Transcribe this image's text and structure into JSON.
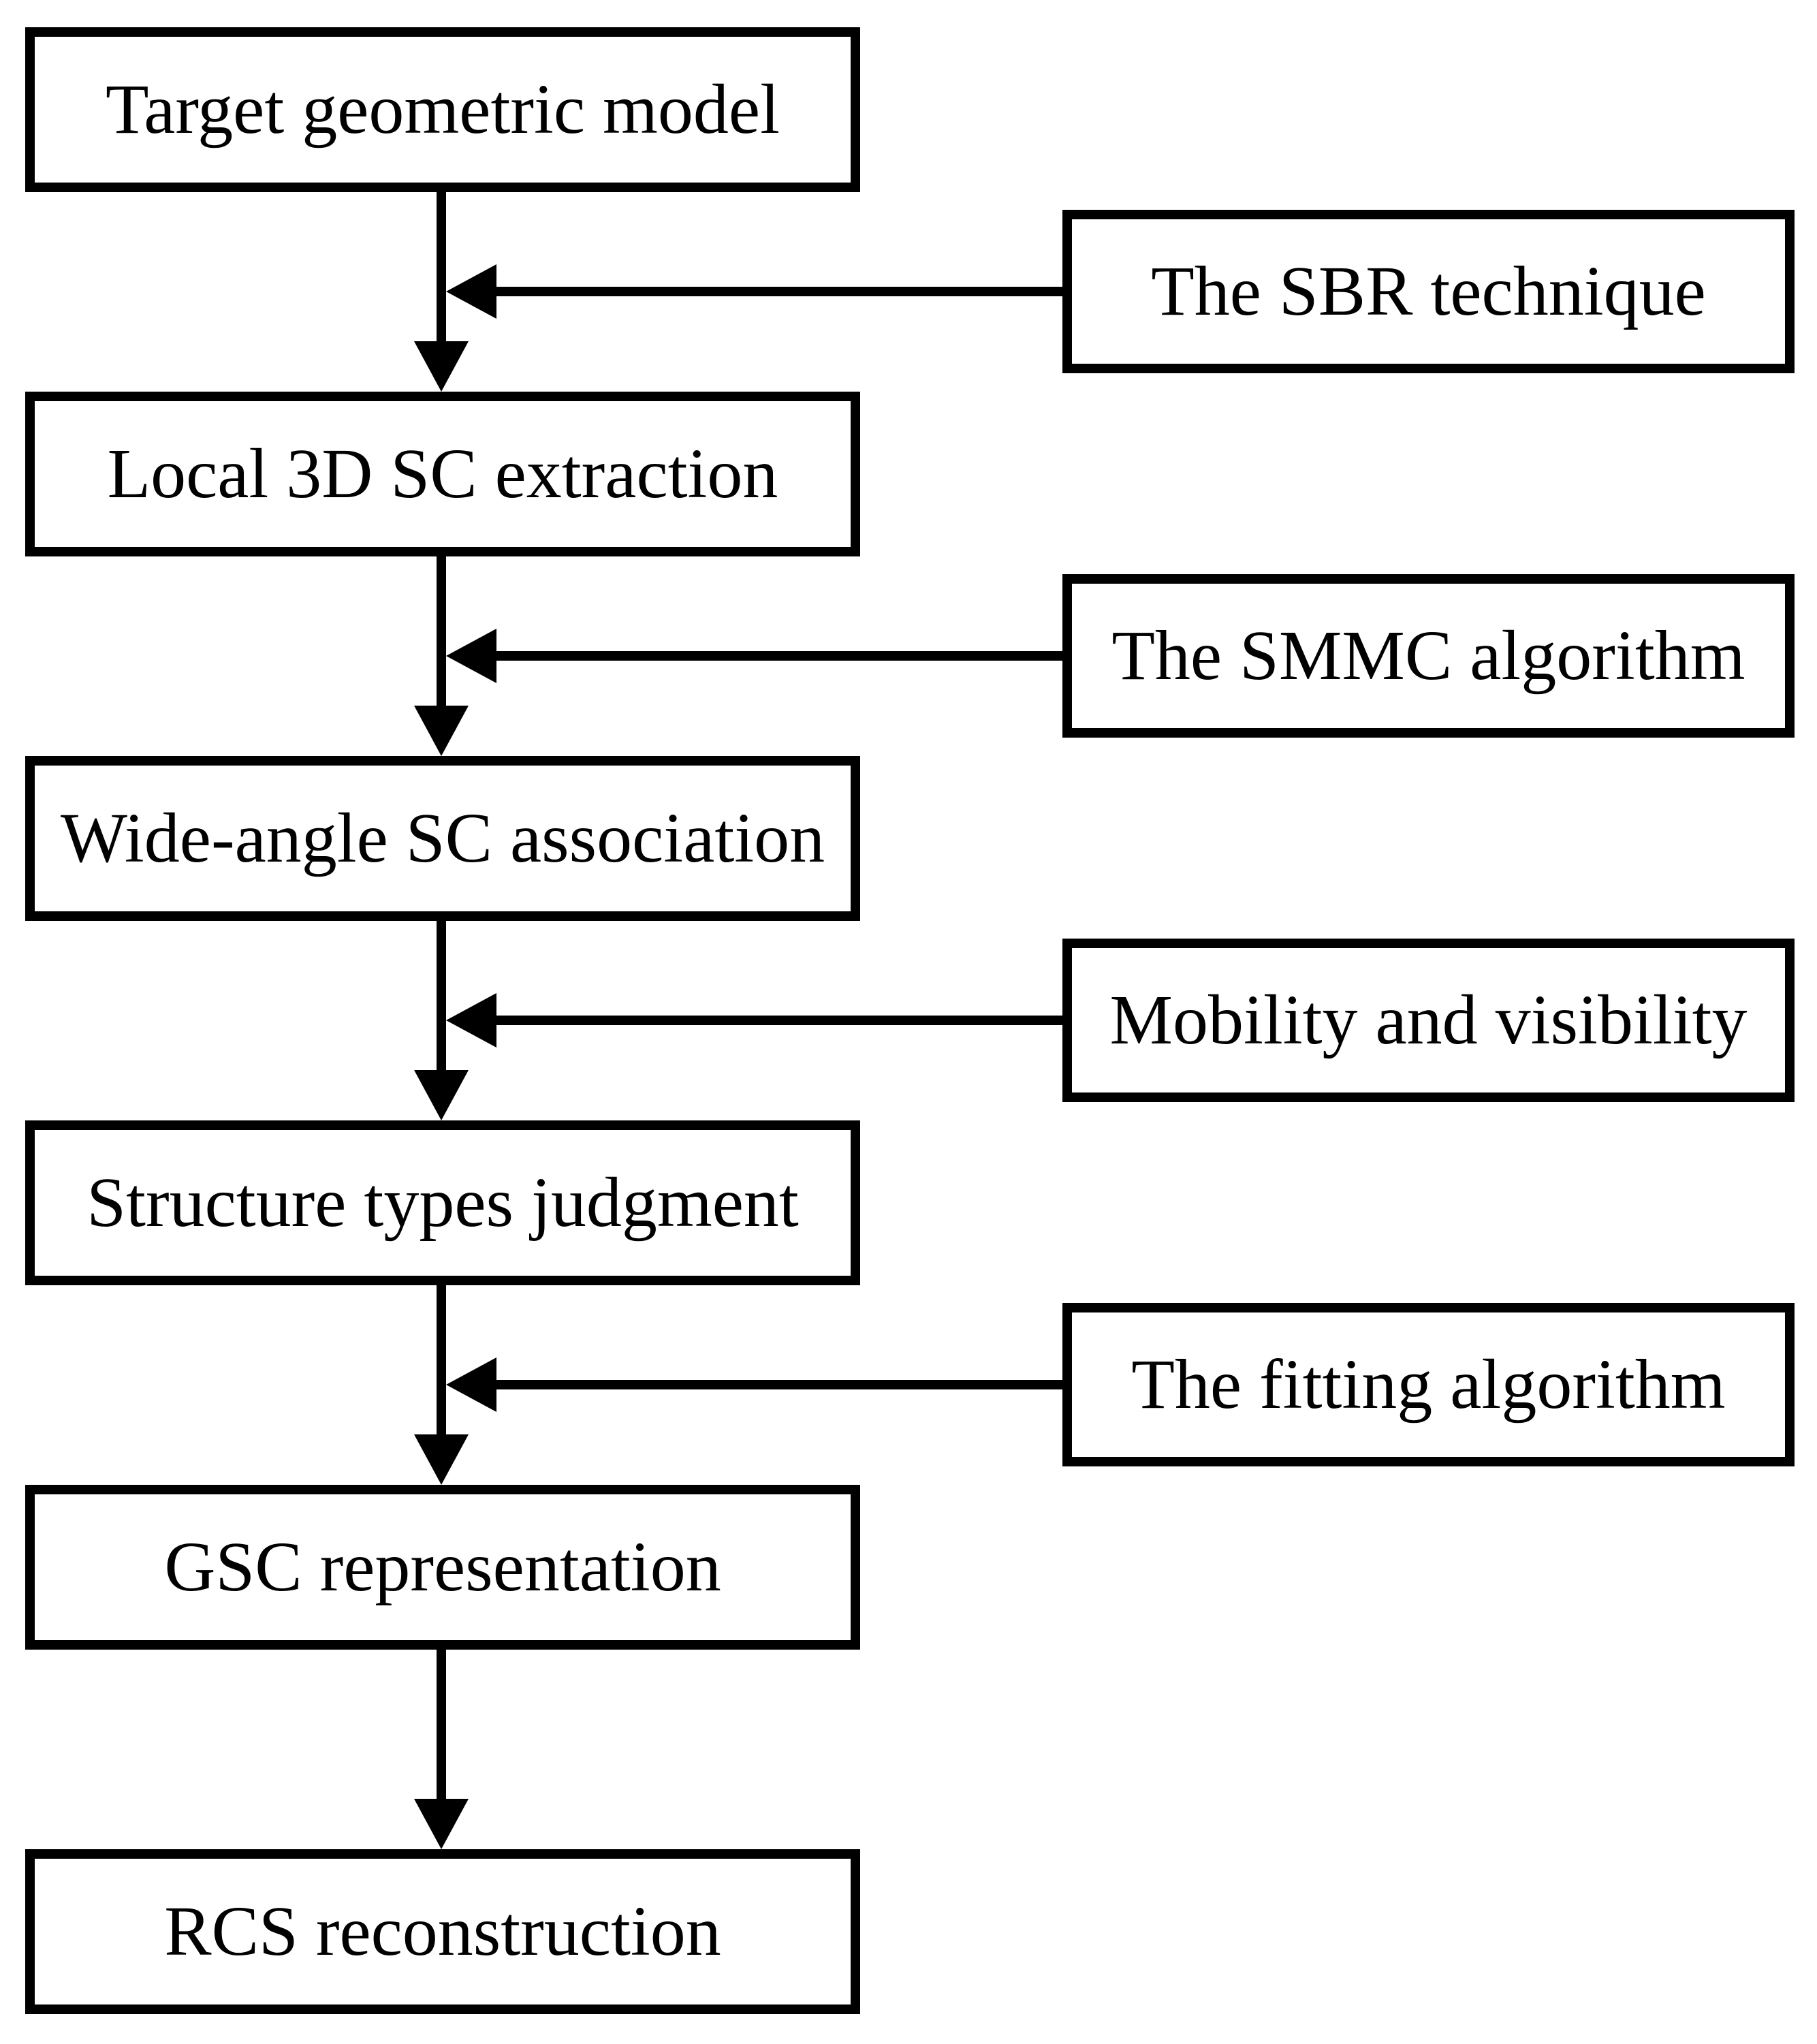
{
  "figure": {
    "type": "flowchart",
    "background_color": "#ffffff",
    "line_color": "#000000",
    "text_color": "#000000"
  },
  "flowchart": {
    "main_nodes": [
      {
        "label": "Target geometric model"
      },
      {
        "label": "Local 3D SC extraction"
      },
      {
        "label": "Wide-angle SC association"
      },
      {
        "label": "Structure types judgment"
      },
      {
        "label": "GSC representation"
      },
      {
        "label": "RCS reconstruction"
      }
    ],
    "side_nodes": [
      {
        "label": "The SBR technique"
      },
      {
        "label": "The SMMC algorithm"
      },
      {
        "label": "Mobility and visibility"
      },
      {
        "label": "The fitting algorithm"
      }
    ],
    "connections": [
      {
        "from": "Target geometric model",
        "to": "Local 3D SC extraction",
        "feeder": "The SBR technique"
      },
      {
        "from": "Local 3D SC extraction",
        "to": "Wide-angle SC association",
        "feeder": "The SMMC algorithm"
      },
      {
        "from": "Wide-angle SC association",
        "to": "Structure types judgment",
        "feeder": "Mobility and visibility"
      },
      {
        "from": "Structure types judgment",
        "to": "GSC representation",
        "feeder": "The fitting algorithm"
      },
      {
        "from": "GSC representation",
        "to": "RCS reconstruction",
        "feeder": null
      }
    ]
  }
}
